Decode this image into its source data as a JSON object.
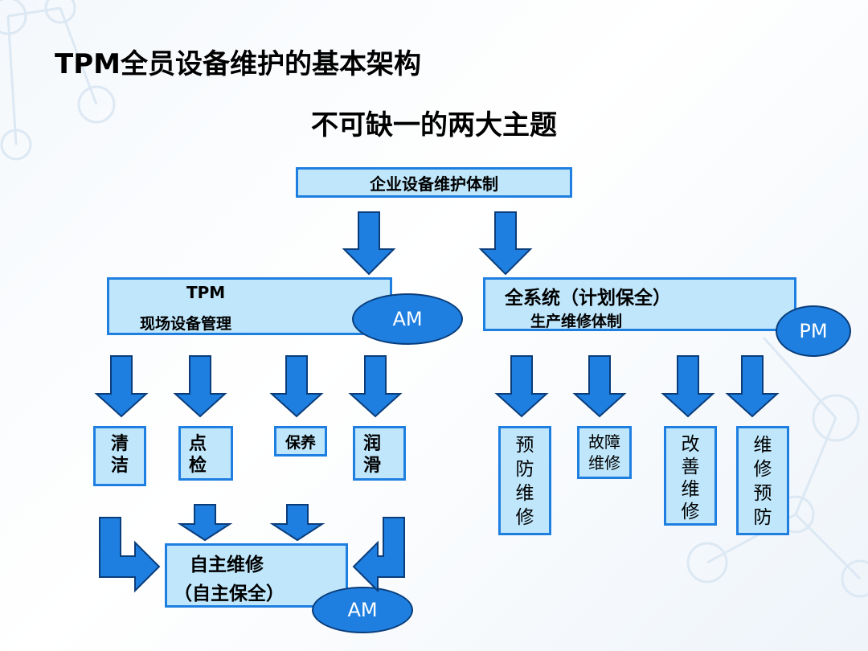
{
  "title": "TPM全员设备维护的基本架构",
  "subtitle": "不可缺一的两大主题",
  "top_box": "企业设备维护体制",
  "left_branch": {
    "line1": "TPM",
    "line2": "现场设备管理",
    "badge": "AM"
  },
  "right_branch": {
    "line1": "全系统（计划保全）",
    "line2": "生产维修体制",
    "badge": "PM"
  },
  "left_items": [
    {
      "label": "清洁",
      "chars": [
        "清",
        "洁"
      ]
    },
    {
      "label": "点检",
      "chars": [
        "点",
        "检"
      ]
    },
    {
      "label": "保养"
    },
    {
      "label": "润滑",
      "chars": [
        "润",
        "滑"
      ]
    }
  ],
  "right_items": [
    {
      "label": "预防维修",
      "chars": [
        "预",
        "防",
        "维",
        "修"
      ]
    },
    {
      "label": "故障维修",
      "lines": [
        "故障",
        "维修"
      ]
    },
    {
      "label": "改善维修",
      "chars": [
        "改",
        "善",
        "维",
        "修"
      ]
    },
    {
      "label": "维修预防",
      "chars": [
        "维",
        "修",
        "预",
        "防"
      ]
    }
  ],
  "bottom_box": {
    "line1": "自主维修",
    "line2": "（自主保全）",
    "badge": "AM"
  },
  "colors": {
    "box_fill": "#bfe6fb",
    "box_border": "#1e7fe0",
    "arrow_fill": "#1e7fe0",
    "arrow_outline": "#0a3d7a",
    "badge_fill": "#1e7fe0"
  }
}
